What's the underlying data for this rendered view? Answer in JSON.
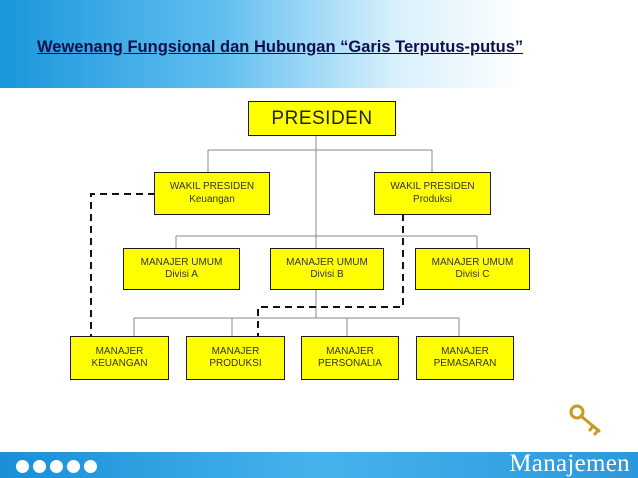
{
  "title": "Wewenang Fungsional dan Hubungan “Garis Terputus-putus”",
  "org_chart": {
    "presiden": {
      "line1": "PRESIDEN"
    },
    "wakil_keuangan": {
      "line1": "WAKIL PRESIDEN",
      "line2": "Keuangan"
    },
    "wakil_produksi": {
      "line1": "WAKIL PRESIDEN",
      "line2": "Produksi"
    },
    "mu_a": {
      "line1": "MANAJER UMUM",
      "line2": "Divisi A"
    },
    "mu_b": {
      "line1": "MANAJER UMUM",
      "line2": "Divisi B"
    },
    "mu_c": {
      "line1": "MANAJER UMUM",
      "line2": "Divisi C"
    },
    "m_keuangan": {
      "line1": "MANAJER",
      "line2": "KEUANGAN"
    },
    "m_produksi": {
      "line1": "MANAJER",
      "line2": "PRODUKSI"
    },
    "m_personalia": {
      "line1": "MANAJER",
      "line2": "PERSONALIA"
    },
    "m_pemasaran": {
      "line1": "MANAJER",
      "line2": "PEMASARAN"
    }
  },
  "footer": {
    "brand": "Manajemen"
  },
  "colors": {
    "box_fill": "#ffff00",
    "header_blue": "#1a96dc",
    "footer_blue": "#2a9be0",
    "title_text": "#10104a",
    "key": "#c99a1e"
  },
  "icons": {
    "decor": "key-icon",
    "footer": "navigation-dots"
  }
}
